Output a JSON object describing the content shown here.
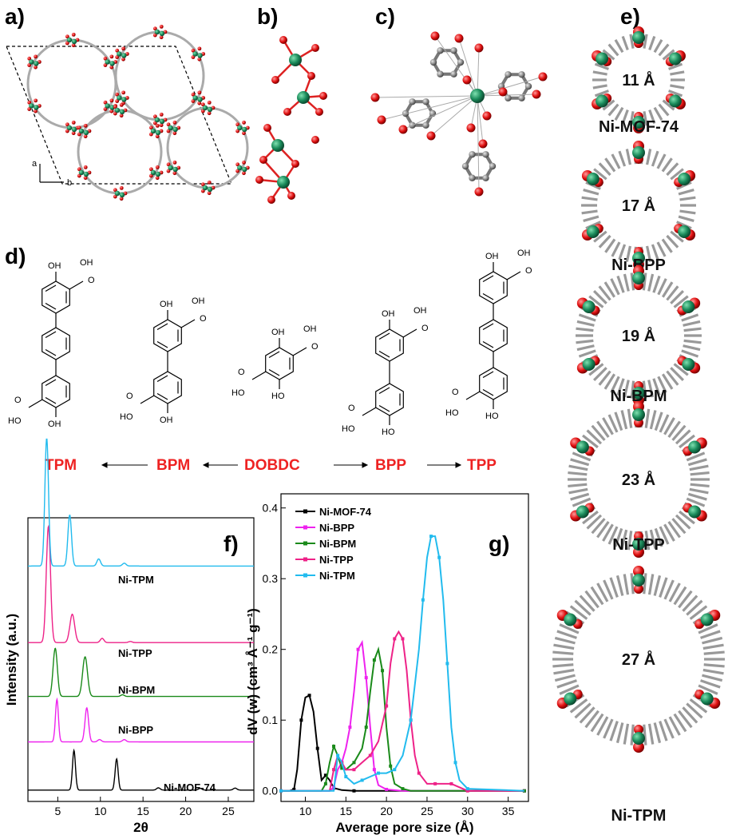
{
  "panels": {
    "a": "a)",
    "b": "b)",
    "c": "c)",
    "d": "d)",
    "e": "e)",
    "f": "f)",
    "g": "g)"
  },
  "panel_a": {
    "axis_a": "a",
    "axis_b": "b"
  },
  "panel_d": {
    "linkers": [
      "TPM",
      "BPM",
      "DOBDC",
      "BPP",
      "TPP"
    ],
    "oh": "OH",
    "ho": "HO",
    "o": "O"
  },
  "panel_e": {
    "pores": [
      {
        "size": "11 Å",
        "name": "Ni-MOF-74"
      },
      {
        "size": "17 Å",
        "name": "Ni-BPP"
      },
      {
        "size": "19 Å",
        "name": "Ni-BPM"
      },
      {
        "size": "23 Å",
        "name": "Ni-TPP"
      },
      {
        "size": "27 Å",
        "name": "Ni-TPM"
      }
    ]
  },
  "colors": {
    "ni": "#1a8a5a",
    "o": "#e01010",
    "c": "#8a8a8a",
    "mof74": "#000000",
    "bpp": "#ee22ee",
    "bpm": "#1a8a1a",
    "tpp": "#ee2288",
    "tpm": "#22bbee",
    "linker_label": "#ee2222"
  },
  "chart_data": [
    {
      "type": "line",
      "title": "",
      "xlabel": "2θ",
      "ylabel": "Intensity (a.u.)",
      "xlim": [
        1.5,
        28
      ],
      "xticks": [
        5,
        10,
        15,
        20,
        25
      ],
      "series": [
        {
          "name": "Ni-MOF-74",
          "color": "#000000",
          "baseline": 0.04,
          "peaks": [
            [
              6.9,
              0.14,
              0.25
            ],
            [
              11.9,
              0.11,
              0.25
            ],
            [
              16.8,
              0.008,
              0.3
            ],
            [
              21.7,
              0.006,
              0.3
            ],
            [
              25.8,
              0.007,
              0.3
            ]
          ]
        },
        {
          "name": "Ni-BPP",
          "color": "#ee22ee",
          "baseline": 0.21,
          "peaks": [
            [
              4.9,
              0.15,
              0.25
            ],
            [
              8.4,
              0.12,
              0.3
            ],
            [
              9.9,
              0.008,
              0.3
            ],
            [
              12.8,
              0.008,
              0.3
            ]
          ]
        },
        {
          "name": "Ni-BPM",
          "color": "#1a8a1a",
          "baseline": 0.37,
          "peaks": [
            [
              4.7,
              0.17,
              0.35
            ],
            [
              8.2,
              0.14,
              0.4
            ],
            [
              12.6,
              0.006,
              0.3
            ]
          ]
        },
        {
          "name": "Ni-TPP",
          "color": "#ee2288",
          "baseline": 0.56,
          "peaks": [
            [
              3.9,
              0.41,
              0.35
            ],
            [
              6.7,
              0.1,
              0.4
            ],
            [
              10.2,
              0.015,
              0.3
            ],
            [
              13.5,
              0.004,
              0.3
            ]
          ]
        },
        {
          "name": "Ni-TPM",
          "color": "#22bbee",
          "baseline": 0.83,
          "peaks": [
            [
              3.7,
              0.45,
              0.3
            ],
            [
              6.4,
              0.18,
              0.3
            ],
            [
              9.8,
              0.025,
              0.3
            ],
            [
              12.8,
              0.01,
              0.3
            ]
          ]
        }
      ]
    },
    {
      "type": "line",
      "title": "",
      "xlabel": "Average pore size (Å)",
      "ylabel": "dV (w) (cm³ Å⁻¹ g⁻¹)",
      "xlim": [
        7,
        37.5
      ],
      "ylim": [
        -0.015,
        0.42
      ],
      "xticks": [
        10,
        15,
        20,
        25,
        30,
        35
      ],
      "yticks": [
        0.0,
        0.1,
        0.2,
        0.3,
        0.4
      ],
      "yticklabels": [
        "0.0",
        "0.1",
        "0.2",
        "0.3",
        "0.4"
      ],
      "legend": "top-left",
      "series": [
        {
          "name": "Ni-MOF-74",
          "color": "#000000",
          "x": [
            7.0,
            8.0,
            8.6,
            9.0,
            9.5,
            10.0,
            10.5,
            11.0,
            11.5,
            12.0,
            12.5,
            13.0,
            13.5,
            14.5,
            16,
            18,
            37
          ],
          "y": [
            0.0,
            0.0,
            0.002,
            0.03,
            0.1,
            0.132,
            0.135,
            0.112,
            0.06,
            0.015,
            0.022,
            0.015,
            0.004,
            0.001,
            0.0,
            0.0,
            0.0
          ]
        },
        {
          "name": "Ni-BPP",
          "color": "#ee22ee",
          "x": [
            7.0,
            13.0,
            13.5,
            14.0,
            14.5,
            15.0,
            15.5,
            16.0,
            16.5,
            17.0,
            17.5,
            18.0,
            18.5,
            19.0,
            20,
            22,
            37
          ],
          "y": [
            0.0,
            0.0,
            0.005,
            0.03,
            0.04,
            0.06,
            0.09,
            0.14,
            0.2,
            0.21,
            0.16,
            0.09,
            0.03,
            0.008,
            0.002,
            0.0,
            0.0
          ]
        },
        {
          "name": "Ni-BPM",
          "color": "#1a8a1a",
          "x": [
            7.0,
            12.0,
            12.5,
            13.0,
            13.5,
            14.0,
            14.5,
            15.0,
            16.0,
            17.0,
            17.5,
            18.0,
            18.5,
            19.0,
            19.5,
            20.0,
            20.5,
            21.0,
            22.0,
            23,
            37
          ],
          "y": [
            0.0,
            0.0,
            0.01,
            0.04,
            0.063,
            0.05,
            0.032,
            0.03,
            0.04,
            0.06,
            0.09,
            0.14,
            0.185,
            0.2,
            0.17,
            0.09,
            0.035,
            0.01,
            0.003,
            0.0,
            0.0
          ]
        },
        {
          "name": "Ni-TPP",
          "color": "#ee2288",
          "x": [
            7.0,
            13.0,
            13.5,
            14.0,
            14.5,
            15.0,
            16.0,
            17.0,
            18.0,
            19.0,
            20.0,
            20.5,
            21.0,
            21.5,
            22.0,
            22.5,
            23.0,
            23.5,
            24.0,
            25.0,
            26.0,
            27.0,
            28.0,
            29.0,
            30.0,
            37
          ],
          "y": [
            0.0,
            0.0,
            0.03,
            0.05,
            0.04,
            0.03,
            0.03,
            0.04,
            0.05,
            0.07,
            0.12,
            0.18,
            0.215,
            0.225,
            0.215,
            0.17,
            0.1,
            0.05,
            0.025,
            0.01,
            0.01,
            0.01,
            0.01,
            0.005,
            0.0,
            0.0
          ]
        },
        {
          "name": "Ni-TPM",
          "color": "#22bbee",
          "x": [
            7.0,
            13.5,
            14.0,
            14.5,
            15.0,
            16.0,
            17.0,
            18.0,
            19.0,
            20.0,
            21.0,
            22.0,
            23.0,
            24.0,
            24.5,
            25.0,
            25.5,
            26.0,
            26.5,
            27.0,
            27.5,
            28.0,
            28.5,
            29.0,
            30.0,
            37
          ],
          "y": [
            0.0,
            0.0,
            0.05,
            0.04,
            0.02,
            0.01,
            0.015,
            0.02,
            0.025,
            0.025,
            0.03,
            0.05,
            0.1,
            0.2,
            0.27,
            0.33,
            0.36,
            0.36,
            0.33,
            0.27,
            0.18,
            0.09,
            0.04,
            0.015,
            0.003,
            0.0
          ]
        }
      ]
    }
  ]
}
